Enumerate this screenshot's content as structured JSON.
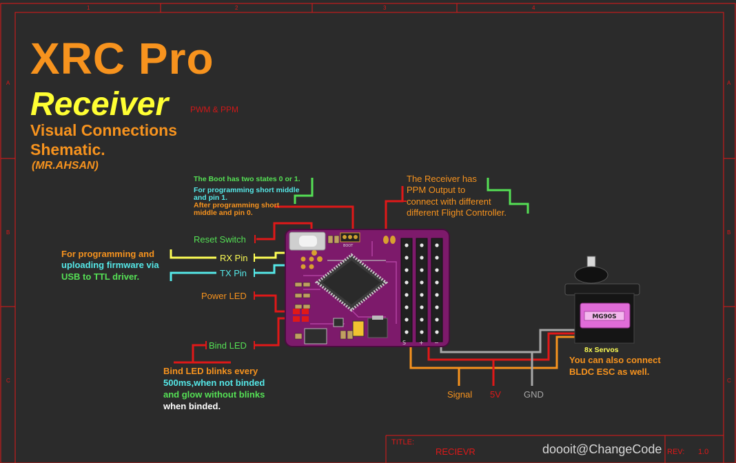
{
  "title": {
    "main": "XRC Pro",
    "sub": "Receiver",
    "tag": "PWM & PPM",
    "line1": "Visual Connections",
    "line2": "Shematic.",
    "author": "(MR.AHSAN)"
  },
  "grid": {
    "columns": [
      "1",
      "2",
      "3",
      "4"
    ],
    "rows": [
      "A",
      "B",
      "C"
    ]
  },
  "notes": {
    "boot": [
      "The Boot has two states 0 or 1.",
      "For programming short middle",
      "and pin 1.",
      "After programming short",
      "middle and pin 0."
    ],
    "ppm": [
      "The Receiver has",
      "PPM Output to",
      "connect with different",
      "different Flight Controller."
    ],
    "programming": [
      "For programming and",
      "uploading firmware via",
      "USB to TTL driver."
    ],
    "bind": [
      "Bind LED blinks every",
      "500ms,when not binded",
      "and glow without blinks",
      "when binded."
    ],
    "esc": [
      "You can also connect",
      "BLDC ESC as well."
    ]
  },
  "labels": {
    "reset": "Reset Switch",
    "rx": "RX Pin",
    "tx": "TX Pin",
    "power": "Power LED",
    "bind": "Bind LED",
    "signal": "Signal",
    "v5": "5V",
    "gnd": "GND",
    "servos": "8x Servos"
  },
  "board": {
    "boot_label": "BOOT",
    "servo_model": "MG90S"
  },
  "title_block": {
    "title_label": "TITLE:",
    "title_value": "RECIEVR",
    "rev_label": "REV:",
    "rev_value": "1.0"
  },
  "credit": "doooit@ChangeCode",
  "colors": {
    "background": "#2b2b2b",
    "frame": "#e01818",
    "title_orange": "#f7931e",
    "title_yellow": "#ffff33",
    "board_purple": "#7d1a6b",
    "wire_orange": "#f7931e",
    "wire_red": "#e01818",
    "wire_gray": "#a8a8a8"
  }
}
